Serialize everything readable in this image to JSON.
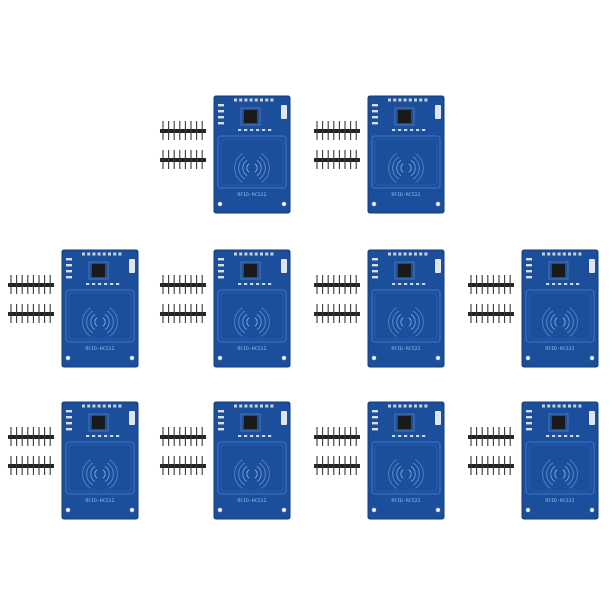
{
  "product": {
    "board_silkscreen": "RFID-RC522",
    "board_color": "#1b4f9c",
    "board_edge_color": "#133b78",
    "chip_color": "#1a1a1a",
    "header_pin_color": "#222222"
  },
  "rows": [
    {
      "kits": [
        {
          "id": "r1-k1"
        },
        {
          "id": "r1-k2"
        }
      ]
    },
    {
      "kits": [
        {
          "id": "r2-k1"
        },
        {
          "id": "r2-k2"
        },
        {
          "id": "r2-k3"
        },
        {
          "id": "r2-k4"
        }
      ]
    },
    {
      "kits": [
        {
          "id": "r3-k1"
        },
        {
          "id": "r3-k2"
        },
        {
          "id": "r3-k3"
        },
        {
          "id": "r3-k4"
        }
      ]
    }
  ]
}
